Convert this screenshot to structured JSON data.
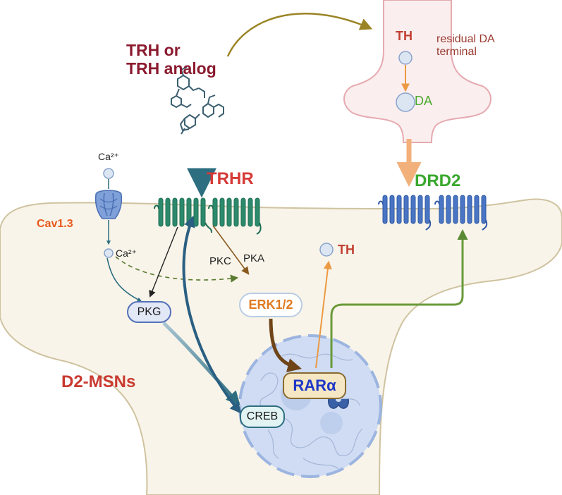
{
  "labels": {
    "trh": [
      "TRH or",
      "TRH analog"
    ],
    "residual_terminal": [
      "residual DA",
      "terminal"
    ],
    "th_terminal": "TH",
    "da": "DA",
    "trhr": "TRHR",
    "drd2": "DRD2",
    "ca_outside": "Ca²⁺",
    "ca_inside": "Ca²⁺",
    "cav13": "Cav1.3",
    "pkc": "PKC",
    "pka": "PKA",
    "th_cell": "TH",
    "d2_msns": "D2-MSNs"
  },
  "nodes": {
    "pkg": "PKG",
    "erk": "ERK1/2",
    "rara": "RARα",
    "creb": "CREB"
  },
  "colors": {
    "cell_fill": "#f8f4e9",
    "cell_stroke": "#cfc3a0",
    "terminal_fill": "#fbeeee",
    "terminal_stroke": "#e5aab0",
    "trh_text": "#8b1a2e",
    "terminal_text": "#b03a2e",
    "trhr_text": "#d63a36",
    "drd2_text": "#3aa82e",
    "da_text": "#4aaa2e",
    "cav_text": "#e8581c",
    "erk_text": "#e07a20",
    "rara_text": "#1f37c8",
    "msn_text": "#c93a30",
    "teal_receptor": "#2c8a6c",
    "blue_receptor": "#4a74c4",
    "nucleus": "#a9bfe6",
    "brown_arrow": "#8a5a20",
    "green_arrow": "#6a9a3a",
    "olive_arrow": "#a48a24",
    "orange_arrow": "#ec9a44",
    "dark_teal_arrow": "#2d6e80"
  }
}
